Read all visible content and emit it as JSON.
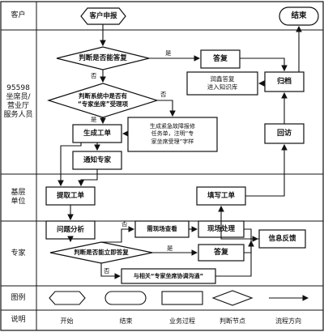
{
  "lanes": {
    "customer": "客户",
    "staff": "95598\n坐席员/\n营业厅\n服务人员",
    "grassroots": "基层\n单位",
    "expert": "专家",
    "legend": "图例",
    "explain": "说明"
  },
  "nodes": {
    "start": "客户申报",
    "end": "结束",
    "judge_answer": "判断是否能答复",
    "answer_top": "答复",
    "refine": "润鑫答复\n进入知识库",
    "archive": "归档",
    "judge_expert": "判断系统中是否有\n“专家坐席”受理项",
    "gen_order": "生成工单",
    "emergency_note": "生成紧急故障报修\n任务单，注明“专\n家坐席受理”字样",
    "notify_expert": "通知专家",
    "revisit": "回访",
    "fetch_order": "提取工单",
    "fill_order": "填写工单",
    "analyze": "问题分析",
    "site_check": "需现场查看",
    "site_handle": "现场处理",
    "judge_immediate": "判断是否能立即答复",
    "answer_mid": "答复",
    "feedback": "信息反馈",
    "coordinate": "与相关“专家坐席协调沟通”"
  },
  "edge_labels": {
    "yes1": "是",
    "no1": "否",
    "no2": "否",
    "yes2": "是",
    "no3": "否",
    "yes3": "是",
    "no4": "否"
  },
  "legend": {
    "start": "开始",
    "end": "结束",
    "process": "业务过程",
    "decision": "判断节点",
    "flow": "流程方向"
  },
  "colors": {
    "stroke": "#111111",
    "background": "#ffffff"
  }
}
